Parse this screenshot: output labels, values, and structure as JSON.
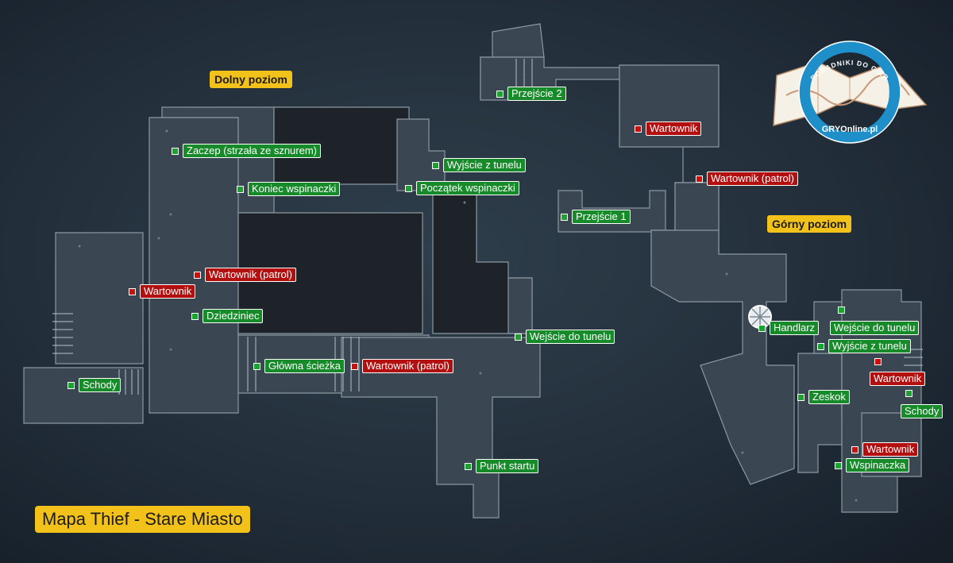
{
  "map": {
    "title": "Mapa Thief - Stare Miasto",
    "levels": {
      "lower": "Dolny poziom",
      "upper": "Górny poziom"
    },
    "logo": {
      "arc_text": "PORADNIKI DO GIER",
      "brand": "GRYOnline.pl"
    },
    "markers": [
      {
        "id": "zaczep",
        "label": "Zaczep (strzała ze sznurem)",
        "type": "green"
      },
      {
        "id": "koniec-wspinaczki",
        "label": "Koniec wspinaczki",
        "type": "green"
      },
      {
        "id": "wyjscie-z-tunelu-1",
        "label": "Wyjście z tunelu",
        "type": "green"
      },
      {
        "id": "poczatek-wspinaczki",
        "label": "Początek wspinaczki",
        "type": "green"
      },
      {
        "id": "przejscie-2",
        "label": "Przejście 2",
        "type": "green"
      },
      {
        "id": "przejscie-1",
        "label": "Przejście 1",
        "type": "green"
      },
      {
        "id": "wartownik-top",
        "label": "Wartownik",
        "type": "red"
      },
      {
        "id": "wartownik-patrol-top",
        "label": "Wartownik (patrol)",
        "type": "red"
      },
      {
        "id": "wartownik-patrol-left",
        "label": "Wartownik (patrol)",
        "type": "red"
      },
      {
        "id": "wartownik-left",
        "label": "Wartownik",
        "type": "red"
      },
      {
        "id": "dziedziniec",
        "label": "Dziedziniec",
        "type": "green"
      },
      {
        "id": "wejscie-do-tunelu-1",
        "label": "Wejście do tunelu",
        "type": "green"
      },
      {
        "id": "glowna-sciezka",
        "label": "Główna ścieżka",
        "type": "green"
      },
      {
        "id": "wartownik-patrol-mid",
        "label": "Wartownik (patrol)",
        "type": "red"
      },
      {
        "id": "schody-left",
        "label": "Schody",
        "type": "green"
      },
      {
        "id": "punkt-startu",
        "label": "Punkt startu",
        "type": "green"
      },
      {
        "id": "handlarz",
        "label": "Handlarz",
        "type": "green"
      },
      {
        "id": "wejscie-do-tunelu-2",
        "label": "Wejście do tunelu",
        "type": "green"
      },
      {
        "id": "wyjscie-z-tunelu-2",
        "label": "Wyjście z tunelu",
        "type": "green"
      },
      {
        "id": "wartownik-right-1",
        "label": "Wartownik",
        "type": "red"
      },
      {
        "id": "schody-right",
        "label": "Schody",
        "type": "green"
      },
      {
        "id": "zeskok",
        "label": "Zeskok",
        "type": "green"
      },
      {
        "id": "wartownik-right-2",
        "label": "Wartownik",
        "type": "red"
      },
      {
        "id": "wspinaczka",
        "label": "Wspinaczka",
        "type": "green"
      }
    ]
  },
  "colors": {
    "background": "#25323e",
    "room_fill": "#3a4651",
    "room_outline": "#8b97a1",
    "marker_green": "#1aa32f",
    "marker_red": "#cc1010",
    "level_badge": "#f2c21b",
    "logo_blue": "#1e8fc8"
  },
  "icons": {
    "merchant": "compass-rose-icon",
    "logo": "folded-map-icon"
  }
}
